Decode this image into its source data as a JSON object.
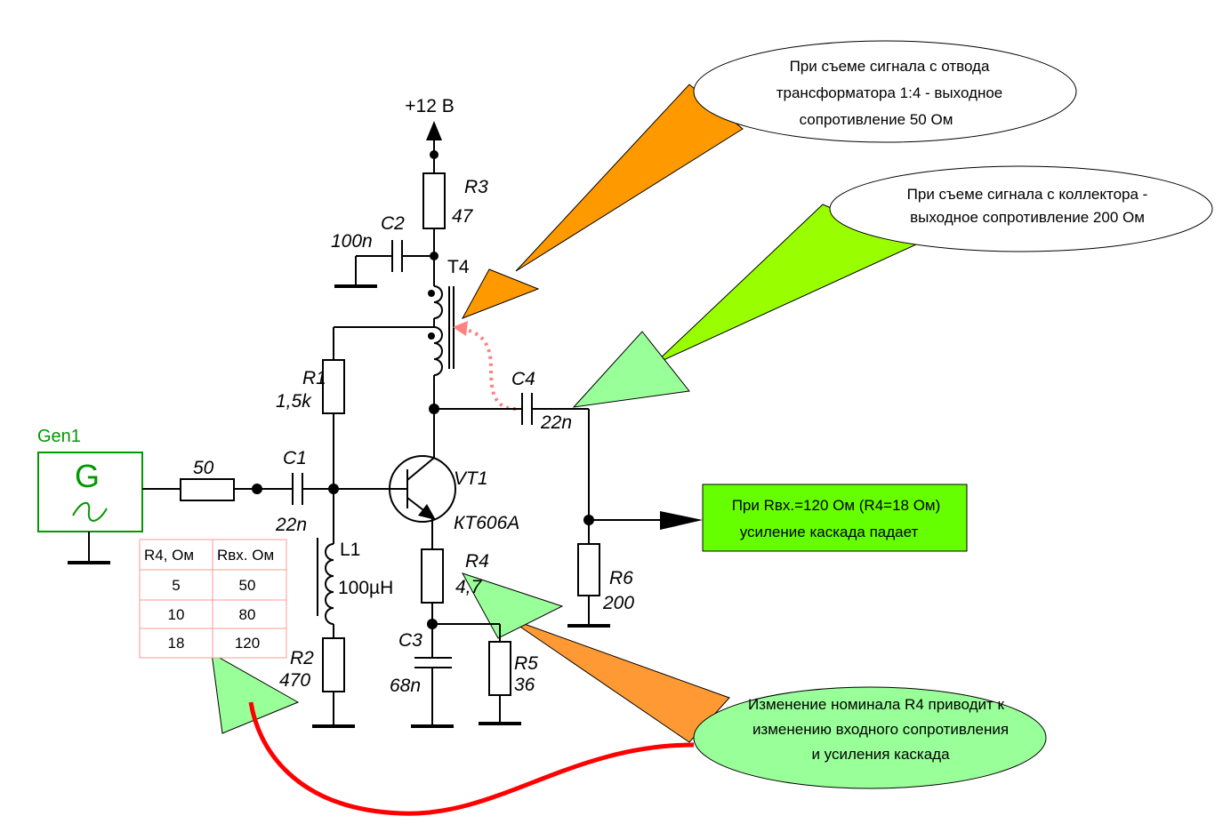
{
  "colors": {
    "orange_callout": "#ff9900",
    "light_orange_callout": "#ff9933",
    "lime_callout": "#99ff00",
    "pale_green_callout": "#99ff99",
    "note_box": "#66ff00",
    "generator": "#009900",
    "table_border": "#ff9999",
    "red_arrow": "#ff0000",
    "dotted_arrow": "#ff8080"
  },
  "supply": {
    "label": "+12 В"
  },
  "components": {
    "gen": {
      "name": "Gen1",
      "symbol": "G",
      "tilde": "~"
    },
    "r_in": {
      "value": "50"
    },
    "c1": {
      "name": "C1",
      "value": "22n"
    },
    "r1": {
      "name": "R1",
      "value": "1,5k"
    },
    "l1": {
      "name": "L1",
      "value": "100µH"
    },
    "r2": {
      "name": "R2",
      "value": "470"
    },
    "r3": {
      "name": "R3",
      "value": "47"
    },
    "c2": {
      "name": "C2",
      "value": "100n"
    },
    "t4": {
      "name": "T4"
    },
    "vt1": {
      "name": "VT1",
      "type": "КТ606А"
    },
    "r4": {
      "name": "R4",
      "value": "4,7"
    },
    "c3": {
      "name": "C3",
      "value": "68n"
    },
    "r5": {
      "name": "R5",
      "value": "36"
    },
    "c4": {
      "name": "C4",
      "value": "22n"
    },
    "r6": {
      "name": "R6",
      "value": "200"
    }
  },
  "callouts": {
    "tap": [
      "При съеме сигнала с отвода",
      "трансформатора 1:4 - выходное",
      "сопротивление 50 Ом"
    ],
    "collector": [
      "При съеме сигнала с коллектора -",
      "выходное сопротивление 200 Ом"
    ],
    "r4_note": [
      "Изменение номинала R4 приводит к",
      "изменению входного сопротивления",
      "и усиления каскада"
    ],
    "gain_box": [
      "При Rвх.=120 Ом (R4=18 Ом)",
      "усиление каскада падает"
    ]
  },
  "table": {
    "headers": [
      "R4, Ом",
      "Rвх. Ом"
    ],
    "rows": [
      [
        "5",
        "50"
      ],
      [
        "10",
        "80"
      ],
      [
        "18",
        "120"
      ]
    ]
  }
}
